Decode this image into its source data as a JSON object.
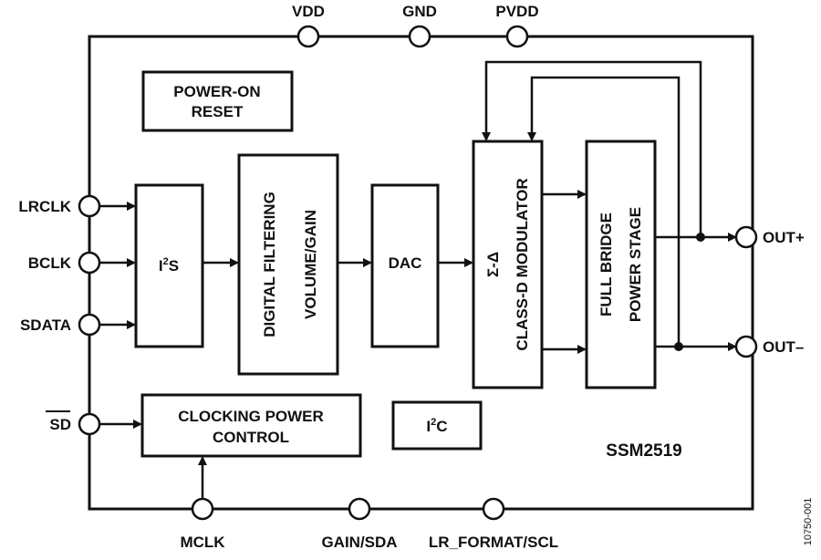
{
  "chip": {
    "name": "SSM2519"
  },
  "pins": {
    "top": [
      "VDD",
      "GND",
      "PVDD"
    ],
    "left": [
      "LRCLK",
      "BCLK",
      "SDATA",
      "SD"
    ],
    "right": [
      "OUT+",
      "OUT–"
    ],
    "bottom": [
      "MCLK",
      "GAIN/SDA",
      "LR_FORMAT/SCL"
    ]
  },
  "blocks": {
    "power_on_reset": [
      "POWER-ON",
      "RESET"
    ],
    "i2s": {
      "main": "I",
      "sup": "2",
      "tail": "S"
    },
    "digital_filtering": [
      "DIGITAL FILTERING",
      "VOLUME/GAIN"
    ],
    "dac": "DAC",
    "modulator": [
      "Σ-Δ",
      "CLASS-D MODULATOR"
    ],
    "full_bridge": [
      "FULL BRIDGE",
      "POWER STAGE"
    ],
    "clocking": [
      "CLOCKING POWER",
      "CONTROL"
    ],
    "i2c": {
      "main": "I",
      "sup": "2",
      "tail": "C"
    }
  },
  "figure_id": "10750-001"
}
